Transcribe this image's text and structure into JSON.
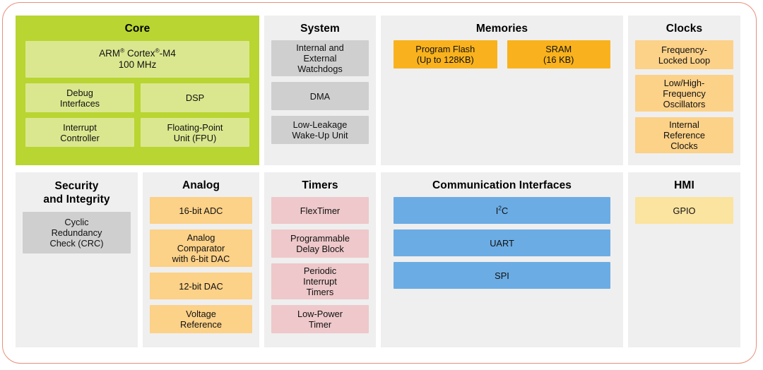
{
  "diagram": {
    "border_color": "#e8907a",
    "panel_bg": "#efefef",
    "colors": {
      "core_green": "#b9d531",
      "core_block_green": "#dbe78f",
      "system_gray": "#cfcfcf",
      "memory_orange": "#f9b21d",
      "light_orange": "#fcd188",
      "pink": "#eec8ca",
      "blue": "#6cace4",
      "hmi_yellow": "#fbe3a0"
    }
  },
  "panels": {
    "core": {
      "title": "Core",
      "cpu": {
        "line1_prefix": "ARM",
        "line1_sup1": "®",
        "line1_mid": " Cortex",
        "line1_sup2": "®",
        "line1_suffix": "-M4",
        "line2": "100 MHz"
      },
      "blocks": [
        {
          "label": "Debug\nInterfaces"
        },
        {
          "label": "DSP"
        },
        {
          "label": "Interrupt\nController"
        },
        {
          "label": "Floating-Point\nUnit (FPU)"
        }
      ]
    },
    "system": {
      "title": "System",
      "blocks": [
        {
          "label": "Internal and\nExternal\nWatchdogs"
        },
        {
          "label": "DMA"
        },
        {
          "label": "Low-Leakage\nWake-Up Unit"
        }
      ]
    },
    "memories": {
      "title": "Memories",
      "blocks": [
        {
          "label": "Program Flash\n(Up to 128KB)"
        },
        {
          "label": "SRAM\n(16 KB)"
        }
      ]
    },
    "clocks": {
      "title": "Clocks",
      "blocks": [
        {
          "label": "Frequency-\nLocked Loop"
        },
        {
          "label": "Low/High-\nFrequency\nOscillators"
        },
        {
          "label": "Internal\nReference\nClocks"
        }
      ]
    },
    "security": {
      "title": "Security\nand Integrity",
      "blocks": [
        {
          "label": "Cyclic\nRedundancy\nCheck (CRC)"
        }
      ]
    },
    "analog": {
      "title": "Analog",
      "blocks": [
        {
          "label": "16-bit ADC"
        },
        {
          "label": "Analog\nComparator\nwith 6-bit DAC"
        },
        {
          "label": "12-bit DAC"
        },
        {
          "label": "Voltage\nReference"
        }
      ]
    },
    "timers": {
      "title": "Timers",
      "blocks": [
        {
          "label": "FlexTimer"
        },
        {
          "label": "Programmable\nDelay Block"
        },
        {
          "label": "Periodic\nInterrupt\nTimers"
        },
        {
          "label": "Low-Power\nTimer"
        }
      ]
    },
    "communication": {
      "title": "Communication Interfaces",
      "blocks": [
        {
          "label_prefix": "I",
          "label_sup": "2",
          "label_suffix": "C"
        },
        {
          "label": "UART"
        },
        {
          "label": "SPI"
        }
      ]
    },
    "hmi": {
      "title": "HMI",
      "blocks": [
        {
          "label": "GPIO"
        }
      ]
    }
  }
}
